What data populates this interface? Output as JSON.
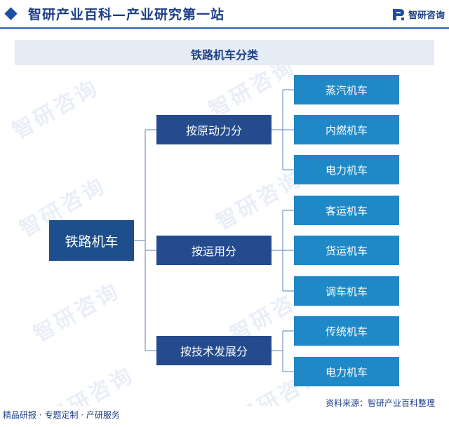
{
  "header": {
    "site_title": "智研产业百科—产业研究第一站",
    "logo_text": "智研咨询"
  },
  "watermark_text": "智研咨询",
  "title": "铁路机车分类",
  "tree": {
    "root": "铁路机车",
    "branches": [
      {
        "label": "按原动力分",
        "children": [
          "蒸汽机车",
          "内燃机车",
          "电力机车"
        ]
      },
      {
        "label": "按运用分",
        "children": [
          "客运机车",
          "货运机车",
          "调车机车"
        ]
      },
      {
        "label": "按技术发展分",
        "children": [
          "传统机车",
          "电力机车"
        ]
      }
    ]
  },
  "footer": {
    "left": "精品研报 · 专题定制 · 产研服务",
    "source": "资料来源：智研产业百科整理"
  },
  "colors": {
    "root": "#1e4f8c",
    "branch": "#234b8e",
    "leaf": "#1f88c7",
    "line": "#5b7fb8"
  }
}
